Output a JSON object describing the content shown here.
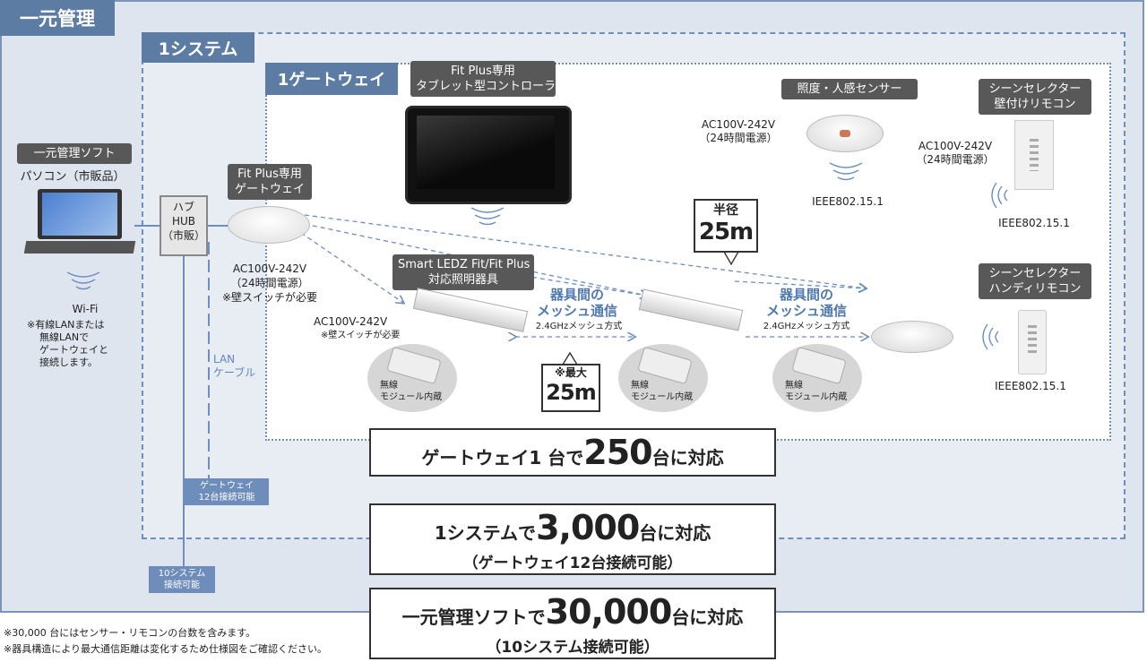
{
  "labels": {
    "unified": "一元管理",
    "system": "1システム",
    "gateway": "1ゲートウェイ",
    "unified_soft": "一元管理ソフト",
    "pc": "パソコン（市販品）",
    "wifi": "Wi-Fi",
    "wifi_note": [
      "※有線LANまたは",
      "無線LANで",
      "ゲートウェイと",
      "接続します。"
    ],
    "hub": [
      "ハブ",
      "HUB",
      "（市販）"
    ],
    "lan_cable": [
      "LAN",
      "ケーブル"
    ],
    "gw_conn": [
      "ゲートウェイ",
      "12台接続可能"
    ],
    "sys_conn": [
      "10システム",
      "接続可能"
    ],
    "gateway_device": [
      "Fit Plus専用",
      "ゲートウェイ"
    ],
    "gateway_power": [
      "AC100V-242V",
      "（24時間電源）",
      "※壁スイッチが必要"
    ],
    "tablet": [
      "Fit Plus専用",
      "タブレット型コントローラ"
    ],
    "sensor": "照度・人感センサー",
    "sensor_power": [
      "AC100V-242V",
      "（24時間電源）"
    ],
    "sensor_protocol": "IEEE802.15.1",
    "wall_remote": [
      "シーンセレクター",
      "壁付けリモコン"
    ],
    "wall_power": [
      "AC100V-242V",
      "（24時間電源）"
    ],
    "wall_protocol": "IEEE802.15.1",
    "handy_remote": [
      "シーンセレクター",
      "ハンディリモコン"
    ],
    "handy_protocol": "IEEE802.15.1",
    "radius_title": "半径",
    "radius_value": "25m",
    "fixture_label": [
      "Smart LEDZ Fit/Fit Plus",
      "対応照明器具"
    ],
    "fixture_power": "AC100V-242V",
    "fixture_switch": "※壁スイッチが必要",
    "module": [
      "無線",
      "モジュール内蔵"
    ],
    "mesh_title": [
      "器具間の",
      "メッシュ通信"
    ],
    "mesh_method": "2.4GHzメッシュ方式",
    "max_title": "※最大",
    "max_value": "25m"
  },
  "results": {
    "r1": {
      "pre": "ゲートウェイ1 台で",
      "num": "250",
      "post": "台に対応"
    },
    "r2": {
      "pre": "1システムで",
      "num": "3,000",
      "post": "台に対応",
      "sub": "（ゲートウェイ12台接続可能）"
    },
    "r3": {
      "pre": "一元管理ソフトで",
      "num": "30,000",
      "post": "台に対応",
      "sub": "（10システム接続可能）"
    }
  },
  "footnotes": [
    "※30,000 台にはセンサー・リモコンの台数を含みます。",
    "※器具構造により最大通信距離は変化するため仕様図をご確認ください。"
  ],
  "colors": {
    "accent": "#5d7ca3",
    "mesh_text": "#4f79ae",
    "frame": "#7d95b5"
  }
}
